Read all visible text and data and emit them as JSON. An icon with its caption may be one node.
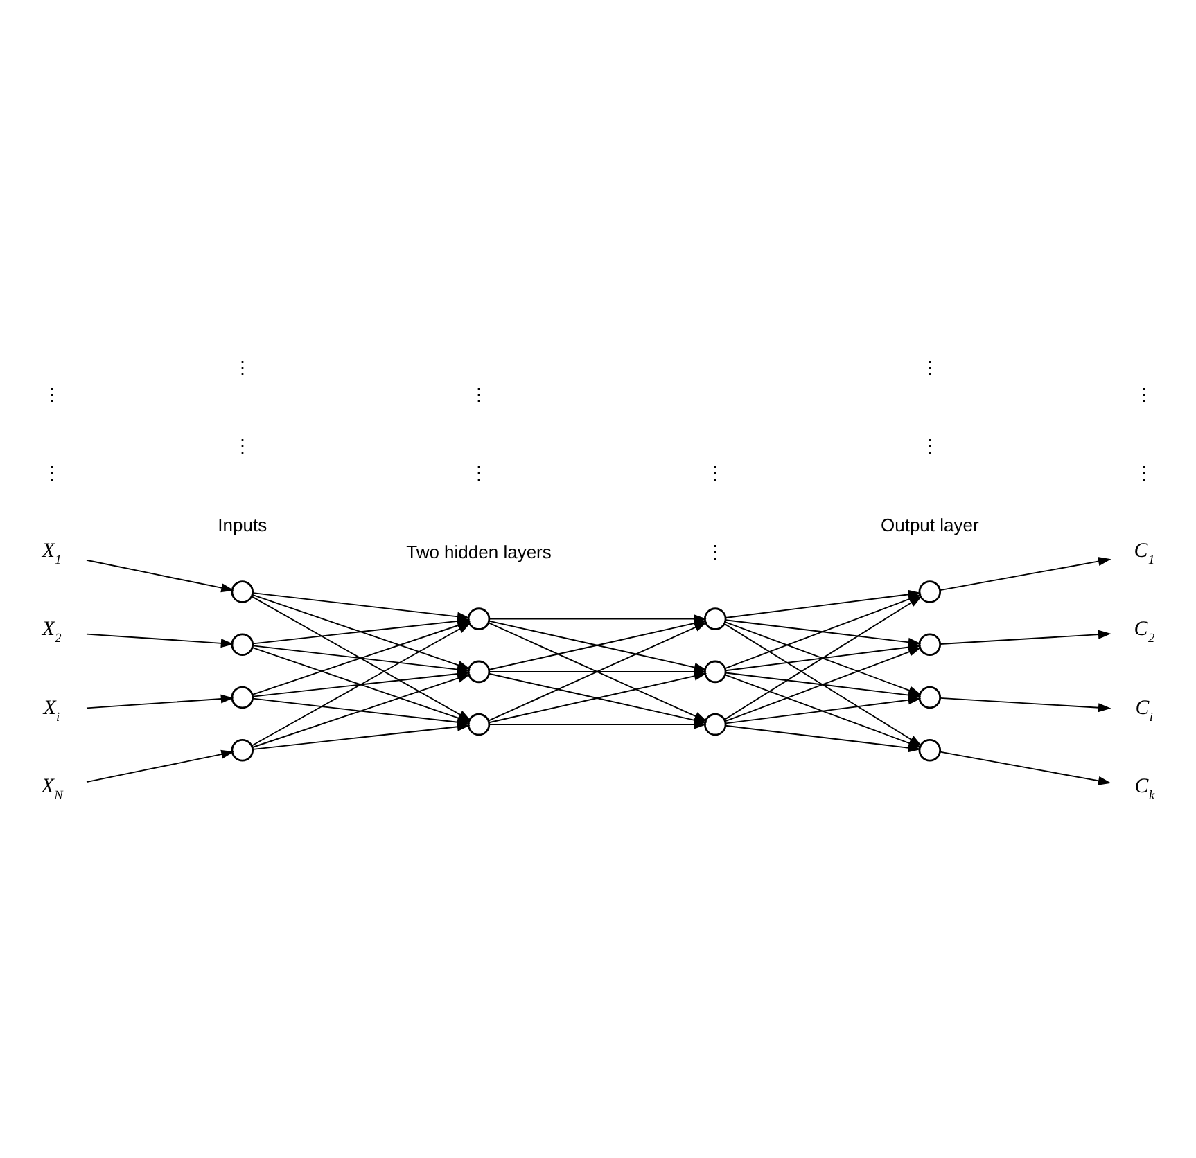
{
  "diagram": {
    "nodes": [
      {
        "text": [
          "X$_{1}$"
        ]
      },
      {
        "text": [
          "X$_{2}$"
        ]
      },
      {
        "text": [
          "X$_{i}$"
        ]
      },
      {
        "text": [
          "X$_{N}$"
        ]
      },
      {
        "text": [],
        "shape": "circle"
      },
      {
        "text": [],
        "shape": "circle"
      },
      {
        "text": [],
        "shape": "circle"
      },
      {
        "text": [],
        "shape": "circle"
      },
      {
        "text": [],
        "shape": "circle"
      },
      {
        "text": [],
        "shape": "circle"
      },
      {
        "text": [],
        "shape": "circle"
      },
      {
        "text": [],
        "shape": "circle"
      },
      {
        "text": [],
        "shape": "circle"
      },
      {
        "text": [],
        "shape": "circle"
      },
      {
        "text": [],
        "shape": "circle"
      },
      {
        "text": [],
        "shape": "circle"
      },
      {
        "text": [],
        "shape": "circle"
      },
      {
        "text": [],
        "shape": "circle"
      },
      {
        "text": [
          "C$_{1}$"
        ]
      },
      {
        "text": [
          "C$_{2}$"
        ]
      },
      {
        "text": [
          "C$_{i}$"
        ]
      },
      {
        "text": [
          "C$_{k}$"
        ]
      }
    ],
    "edges": [
      {
        "from": 0,
        "to": 4,
        "arrow": "to"
      },
      {
        "from": 1,
        "to": 5,
        "arrow": "to"
      },
      {
        "from": 2,
        "to": 6,
        "arrow": "to"
      },
      {
        "from": 3,
        "to": 7,
        "arrow": "to"
      },
      {
        "from": 4,
        "to": 8,
        "arrow": "to"
      },
      {
        "from": 4,
        "to": 9,
        "arrow": "to"
      },
      {
        "from": 4,
        "to": 10,
        "arrow": "to"
      },
      {
        "from": 5,
        "to": 8,
        "arrow": "to"
      },
      {
        "from": 5,
        "to": 9,
        "arrow": "to"
      },
      {
        "from": 5,
        "to": 10,
        "arrow": "to"
      },
      {
        "from": 6,
        "to": 8,
        "arrow": "to"
      },
      {
        "from": 6,
        "to": 9,
        "arrow": "to"
      },
      {
        "from": 6,
        "to": 10,
        "arrow": "to"
      },
      {
        "from": 7,
        "to": 8,
        "arrow": "to"
      },
      {
        "from": 7,
        "to": 9,
        "arrow": "to"
      },
      {
        "from": 7,
        "to": 10,
        "arrow": "to"
      },
      {
        "from": 8,
        "to": 11,
        "arrow": "to"
      },
      {
        "from": 8,
        "to": 12,
        "arrow": "to"
      },
      {
        "from": 8,
        "to": 13,
        "arrow": "to"
      },
      {
        "from": 9,
        "to": 11,
        "arrow": "to"
      },
      {
        "from": 9,
        "to": 12,
        "arrow": "to"
      },
      {
        "from": 9,
        "to": 13,
        "arrow": "to"
      },
      {
        "from": 10,
        "to": 11,
        "arrow": "to"
      },
      {
        "from": 10,
        "to": 12,
        "arrow": "to"
      },
      {
        "from": 10,
        "to": 13,
        "arrow": "to"
      },
      {
        "from": 11,
        "to": 14,
        "arrow": "to"
      },
      {
        "from": 11,
        "to": 15,
        "arrow": "to"
      },
      {
        "from": 11,
        "to": 16,
        "arrow": "to"
      },
      {
        "from": 11,
        "to": 17,
        "arrow": "to"
      },
      {
        "from": 12,
        "to": 14,
        "arrow": "to"
      },
      {
        "from": 12,
        "to": 15,
        "arrow": "to"
      },
      {
        "from": 12,
        "to": 16,
        "arrow": "to"
      },
      {
        "from": 12,
        "to": 17,
        "arrow": "to"
      },
      {
        "from": 13,
        "to": 14,
        "arrow": "to"
      },
      {
        "from": 13,
        "to": 15,
        "arrow": "to"
      },
      {
        "from": 13,
        "to": 16,
        "arrow": "to"
      },
      {
        "from": 13,
        "to": 17,
        "arrow": "to"
      },
      {
        "from": 14,
        "to": 18,
        "arrow": "to"
      },
      {
        "from": 15,
        "to": 19,
        "arrow": "to"
      },
      {
        "from": 16,
        "to": 20,
        "arrow": "to"
      },
      {
        "from": 17,
        "to": 21,
        "arrow": "to"
      }
    ],
    "labels": [
      "Inputs",
      "Two hidden layers",
      "Output layer",
      "⋮",
      "⋮",
      "⋮",
      "⋮",
      "⋮",
      "⋮",
      "⋮",
      "⋮",
      "⋮",
      "⋮",
      "⋮",
      "⋮"
    ]
  }
}
